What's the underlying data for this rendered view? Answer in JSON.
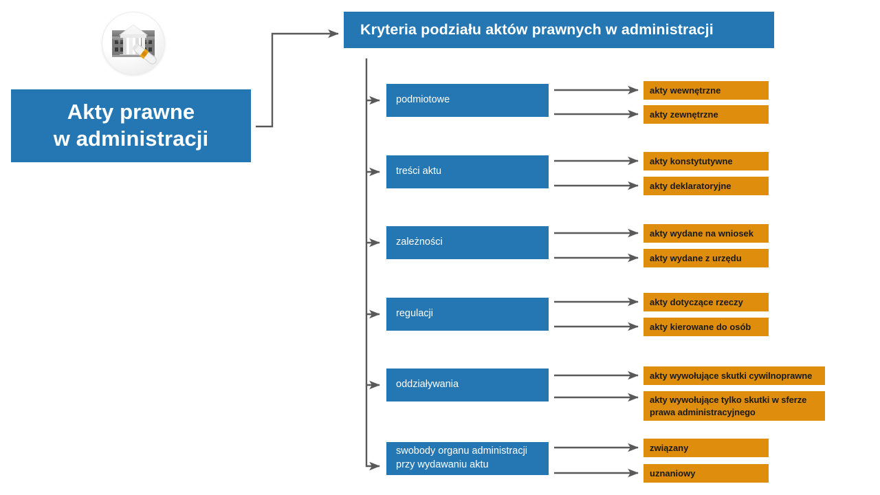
{
  "document": {
    "title": "Kryteria podziału aktów prawnych w administracji",
    "subject_box": "Akty prawne\nw administracji",
    "subject_line_1": "Akty prawne",
    "subject_line_2": "w administracji"
  },
  "icon": {
    "name": "government-building-diploma-icon",
    "description": "classical building with columns and rolled diploma"
  },
  "colors": {
    "blue": "#2477B3",
    "orange": "#DE8D0C",
    "connector": "#595959",
    "white": "#FFFFFF",
    "text_dark": "#1A1A1A",
    "background": "#FFFFFF"
  },
  "criteria": [
    {
      "label": "podmiotowe",
      "items": [
        {
          "label": "akty wewnętrzne"
        },
        {
          "label": "akty zewnętrzne"
        }
      ]
    },
    {
      "label": "treści aktu",
      "items": [
        {
          "label": "akty konstytutywne"
        },
        {
          "label": "akty deklaratoryjne"
        }
      ]
    },
    {
      "label": "zależności",
      "items": [
        {
          "label": "akty wydane na wniosek"
        },
        {
          "label": "akty wydane z urzędu"
        }
      ]
    },
    {
      "label": "regulacji",
      "items": [
        {
          "label": "akty dotyczące rzeczy"
        },
        {
          "label": "akty kierowane do osób"
        }
      ]
    },
    {
      "label": "oddziaływania",
      "items": [
        {
          "label": "akty wywołujące skutki cywilnoprawne"
        },
        {
          "label": "akty wywołujące tylko skutki w sferze prawa administracyjnego"
        }
      ]
    },
    {
      "label": "swobody organu administracji przy wydawaniu aktu",
      "label_line_1": "swobody organu administracji",
      "label_line_2": "przy wydawaniu aktu",
      "items": [
        {
          "label": "związany"
        },
        {
          "label": "uznaniowy"
        }
      ]
    }
  ]
}
